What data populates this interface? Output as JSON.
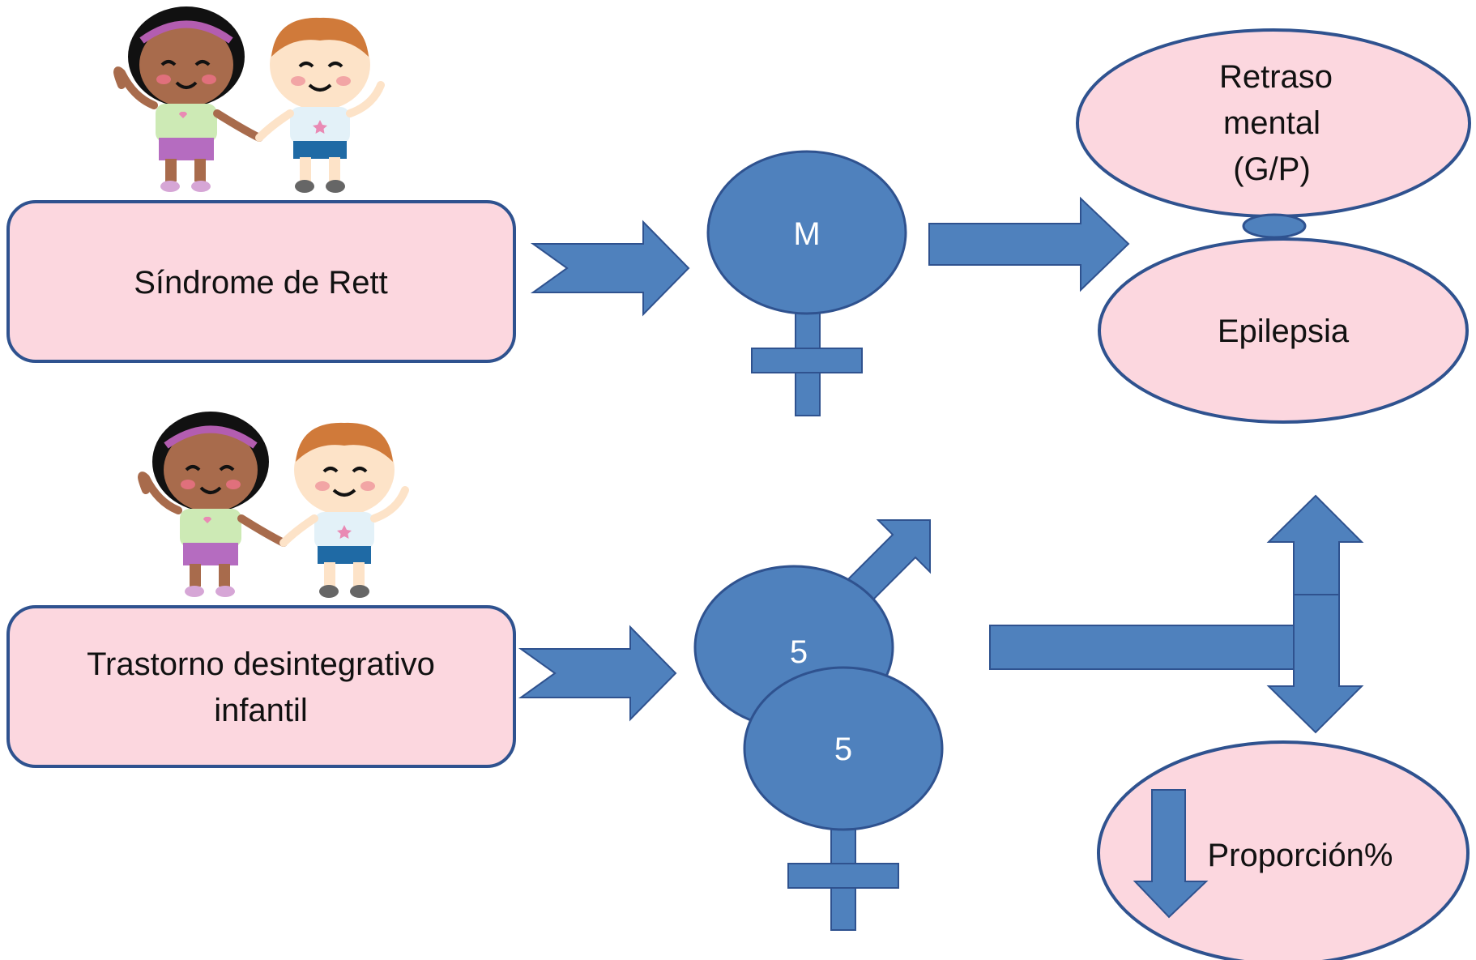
{
  "colors": {
    "pink": "#fcd7df",
    "blue": "#4f81bd",
    "border": "#2f528f",
    "text": "#111111",
    "white": "#ffffff"
  },
  "rett": {
    "label": "Síndrome de Rett",
    "gender_symbol": "M",
    "outcomes": {
      "retraso_lines": [
        "Retraso",
        "mental",
        "(G/P)"
      ],
      "epilepsia": "Epilepsia"
    }
  },
  "tdi": {
    "label_lines": [
      "Trastorno desintegrativo",
      "infantil"
    ],
    "male_value": "5",
    "female_value": "5",
    "proporcion": "Proporción%"
  },
  "icons": [
    "children-illustration-icon",
    "female-symbol-icon",
    "male-symbol-icon",
    "chevron-arrow-icon",
    "block-arrow-icon",
    "up-down-arrow-icon",
    "down-arrow-icon"
  ]
}
